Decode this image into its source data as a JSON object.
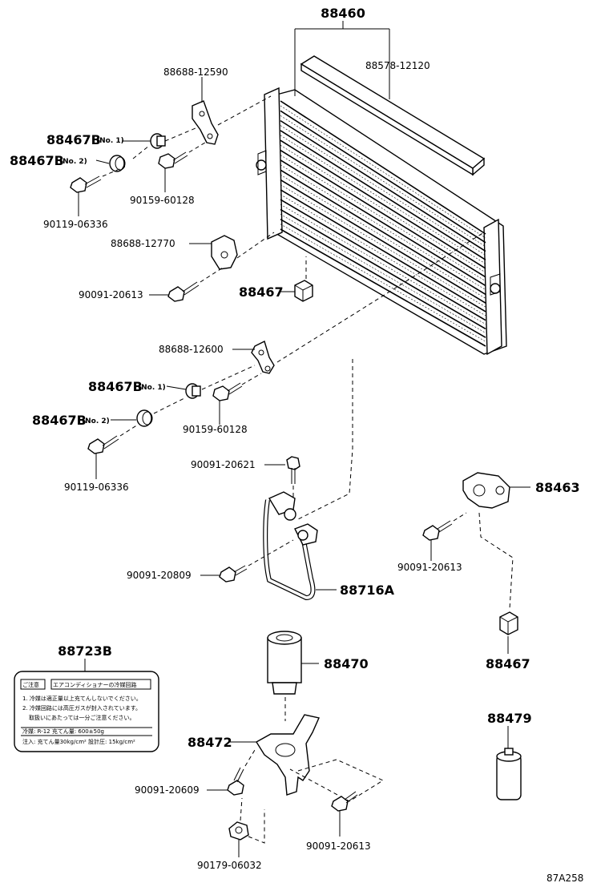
{
  "labels": {
    "p88460": "88460",
    "p88578_12120": "88578-12120",
    "p88688_12590": "88688-12590",
    "p88467b_top1": "88467B",
    "p88467b_top1_sub": "(No. 1)",
    "p88467b_top2": "88467B",
    "p88467b_top2_sub": "(No. 2)",
    "p90159_60128_top": "90159-60128",
    "p90119_06336_top": "90119-06336",
    "p88688_12770": "88688-12770",
    "p90091_20613_a": "90091-20613",
    "p88467_a": "88467",
    "p88688_12600": "88688-12600",
    "p88467b_mid1": "88467B",
    "p88467b_mid1_sub": "(No. 1)",
    "p88467b_mid2": "88467B",
    "p88467b_mid2_sub": "(No. 2)",
    "p90159_60128_mid": "90159-60128",
    "p90119_06336_mid": "90119-06336",
    "p90091_20621": "90091-20621",
    "p88463": "88463",
    "p90091_20613_b": "90091-20613",
    "p90091_20809": "90091-20809",
    "p88716a": "88716A",
    "p88467_b": "88467",
    "p88723b": "88723B",
    "p88470": "88470",
    "p88479": "88479",
    "p88472": "88472",
    "p90091_20609": "90091-20609",
    "p90091_20613_c": "90091-20613",
    "p90179_06032": "90179-06032",
    "ref_code": "87A258"
  },
  "caution_label": {
    "title": "ご注意",
    "subtitle": "エアコンディショナーの冷媒回路",
    "line1": "1. 冷媒は適正量以上充てんしないでください。",
    "line2": "2. 冷媒回路には高圧ガスが封入されています。",
    "line3": "取扱いにあたっては一分ご注意ください。",
    "spec1": "冷媒: R-12    充てん量: 600±50g",
    "spec2": "注入: 充てん量30kg/cm²   設計圧: 15kg/cm²"
  }
}
